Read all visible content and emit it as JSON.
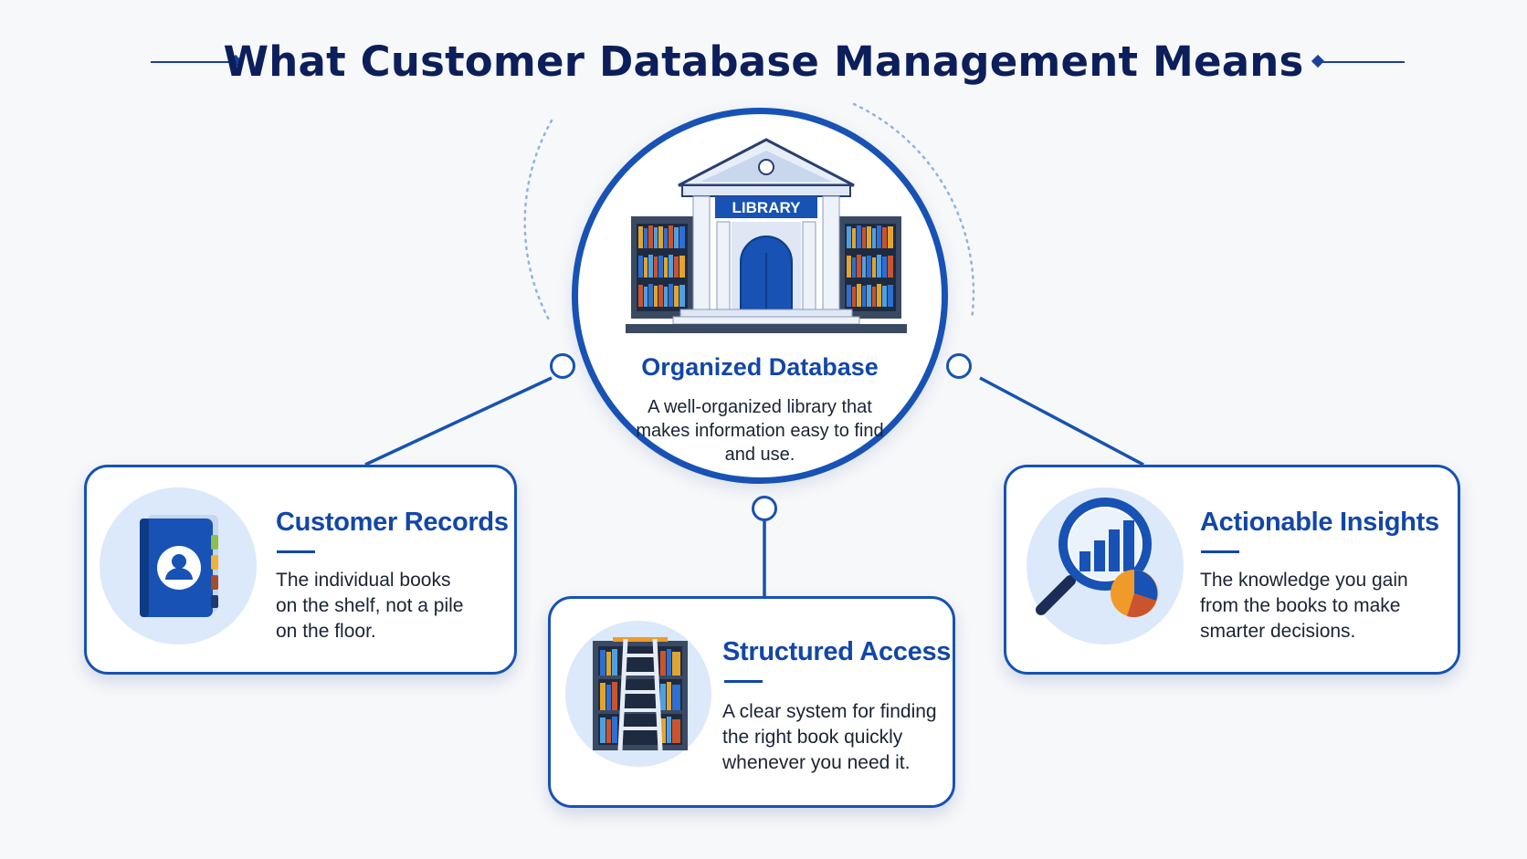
{
  "title": "What Customer Database Management Means",
  "hub": {
    "title": "Organized Database",
    "description": "A well-organized library that makes information easy to find and use.",
    "sign": "LIBRARY",
    "icon": "library-building-icon"
  },
  "cards": {
    "records": {
      "title": "Customer Records",
      "description": "The individual books on the shelf, not a pile on the floor.",
      "icon": "address-book-icon"
    },
    "access": {
      "title": "Structured Access",
      "description": "A clear system for finding the right book quickly whenever you need it.",
      "icon": "bookshelf-ladder-icon"
    },
    "insights": {
      "title": "Actionable Insights",
      "description": "The knowledge you gain from the books to make smarter decisions.",
      "icon": "magnifier-chart-icon"
    }
  },
  "colors": {
    "primary": "#1752b4",
    "title": "#0c1f5b",
    "icon_background": "#dbe9fb",
    "accent_orange": "#f09a2a"
  }
}
